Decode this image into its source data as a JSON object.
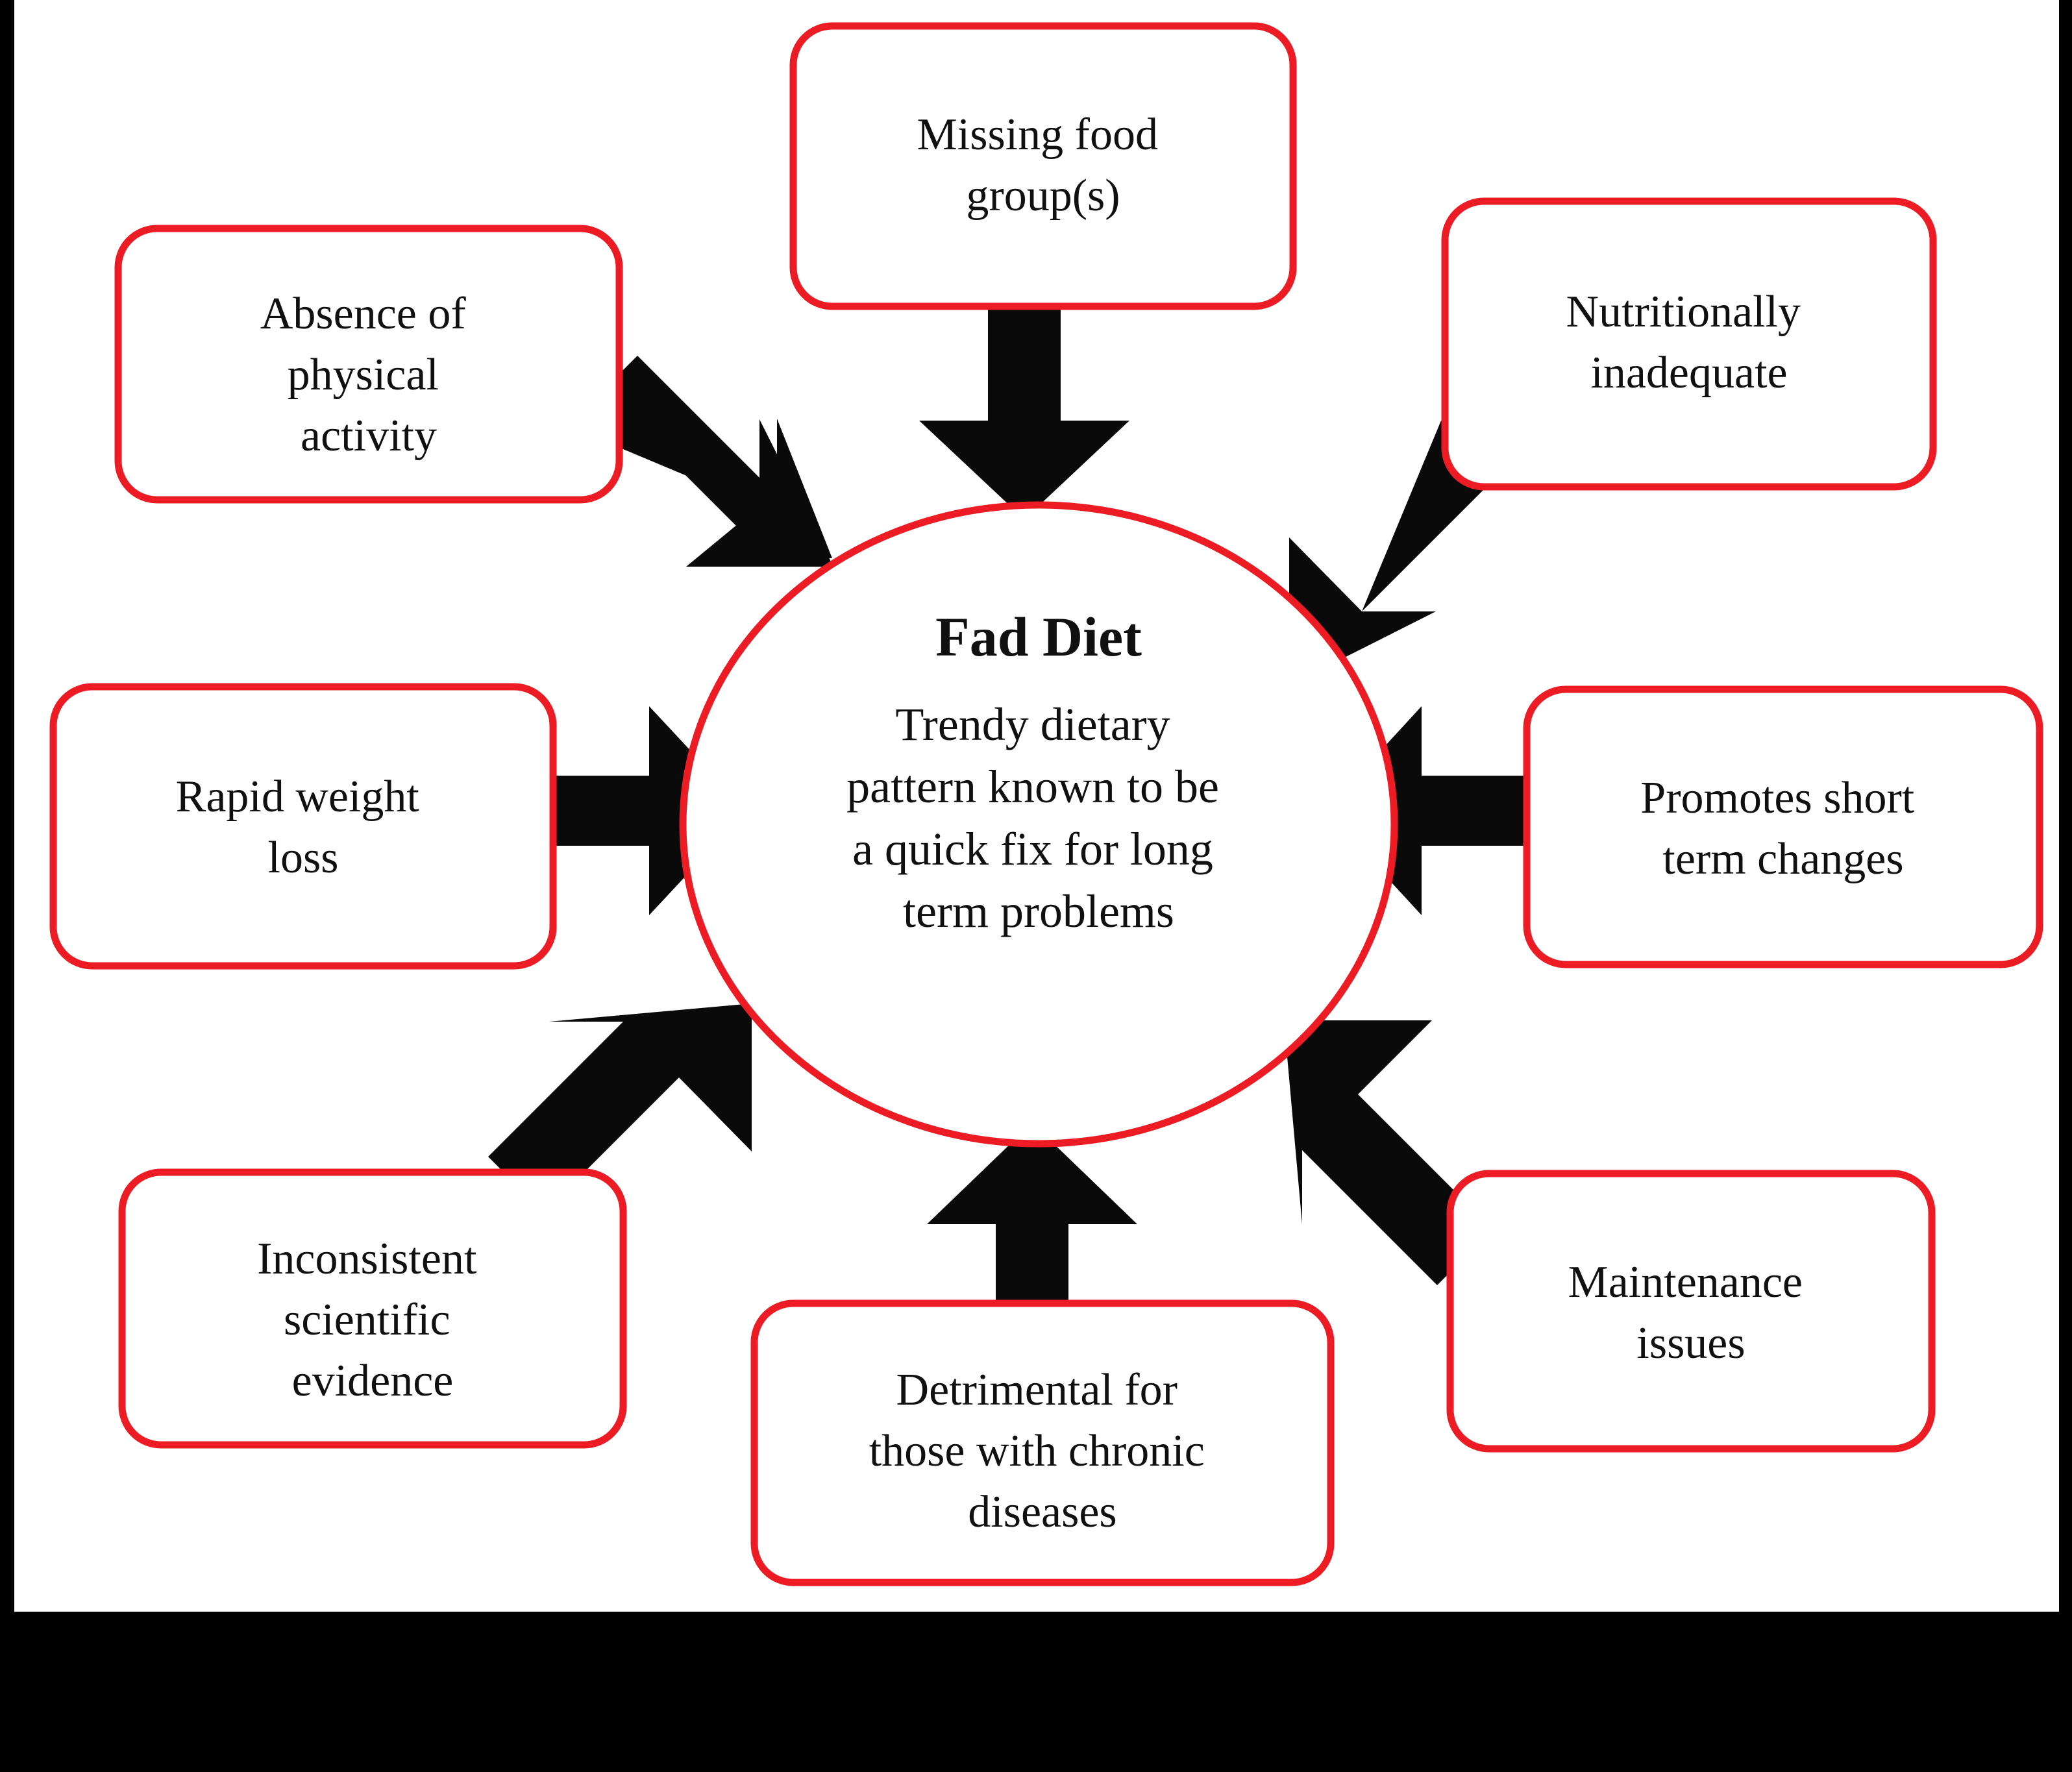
{
  "diagram": {
    "title": "Fad Diet characteristics diagram",
    "frame_color": "#000000",
    "box_border_color": "#ED1C24",
    "arrow_color": "#0A0A0A",
    "background_color": "#FFFFFF",
    "center": {
      "heading": "Fad Diet",
      "description_lines": [
        "Trendy dietary",
        "pattern known to be",
        "a quick fix for long",
        "term problems"
      ]
    },
    "nodes": [
      {
        "id": "absence-of-physical-activity",
        "position": "top-left",
        "lines": [
          "Absence of",
          "physical",
          "activity"
        ],
        "arrow_direction": "down-right"
      },
      {
        "id": "missing-food-groups",
        "position": "top-center",
        "lines": [
          "Missing food",
          "group(s)"
        ],
        "arrow_direction": "down"
      },
      {
        "id": "nutritionally-inadequate",
        "position": "top-right",
        "lines": [
          "Nutritionally",
          "inadequate"
        ],
        "arrow_direction": "down-left"
      },
      {
        "id": "rapid-weight-loss",
        "position": "middle-left",
        "lines": [
          "Rapid weight",
          "loss"
        ],
        "arrow_direction": "right"
      },
      {
        "id": "promotes-short-term-changes",
        "position": "middle-right",
        "lines": [
          "Promotes short",
          "term changes"
        ],
        "arrow_direction": "left"
      },
      {
        "id": "inconsistent-scientific-evidence",
        "position": "bottom-left",
        "lines": [
          "Inconsistent",
          "scientific",
          "evidence"
        ],
        "arrow_direction": "up-right"
      },
      {
        "id": "detrimental-chronic-diseases",
        "position": "bottom-center",
        "lines": [
          "Detrimental for",
          "those with chronic",
          "diseases"
        ],
        "arrow_direction": "up"
      },
      {
        "id": "maintenance-issues",
        "position": "bottom-right",
        "lines": [
          "Maintenance",
          "issues"
        ],
        "arrow_direction": "up-left"
      }
    ]
  }
}
